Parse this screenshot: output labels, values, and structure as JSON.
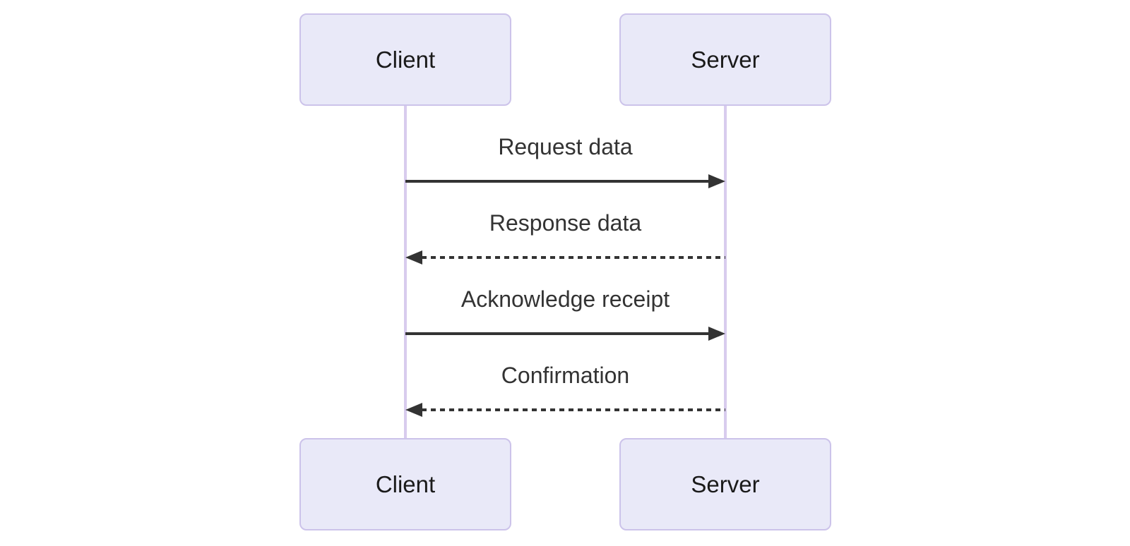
{
  "diagram": {
    "type": "sequence-diagram",
    "actors": [
      {
        "id": "client",
        "label": "Client"
      },
      {
        "id": "server",
        "label": "Server"
      }
    ],
    "messages": [
      {
        "from": "client",
        "to": "server",
        "label": "Request data",
        "line": "solid",
        "direction": "right"
      },
      {
        "from": "server",
        "to": "client",
        "label": "Response data",
        "line": "dashed",
        "direction": "left"
      },
      {
        "from": "client",
        "to": "server",
        "label": "Acknowledge receipt",
        "line": "solid",
        "direction": "right"
      },
      {
        "from": "server",
        "to": "client",
        "label": "Confirmation",
        "line": "dashed",
        "direction": "left"
      }
    ],
    "colors": {
      "background": "#FFFFFF",
      "actor_fill": "#E9E9F8",
      "actor_border": "#CCC3EA",
      "lifeline": "#D8CCEE",
      "message_line": "#333333",
      "text": "#333333"
    }
  }
}
